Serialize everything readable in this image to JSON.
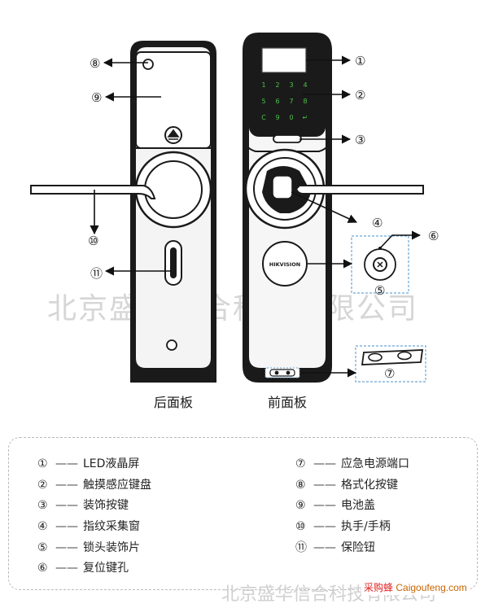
{
  "watermark": "北京盛华信合科技有限公司",
  "credit": {
    "name": "采购蜂",
    "url": "Caigoufeng.com"
  },
  "labels": {
    "rear": "后面板",
    "front": "前面板"
  },
  "brand_logo": "HIKVISION",
  "keypad": [
    "1",
    "2",
    "3",
    "4",
    "5",
    "6",
    "7",
    "8",
    "C",
    "9",
    "0",
    "↵"
  ],
  "callouts": [
    "①",
    "②",
    "③",
    "④",
    "⑤",
    "⑥",
    "⑦",
    "⑧",
    "⑨",
    "⑩",
    "⑪"
  ],
  "legend_dash": "——",
  "legend": {
    "left": [
      {
        "num": "①",
        "text": "LED液晶屏"
      },
      {
        "num": "②",
        "text": "触摸感应键盘"
      },
      {
        "num": "③",
        "text": "装饰按键"
      },
      {
        "num": "④",
        "text": "指纹采集窗"
      },
      {
        "num": "⑤",
        "text": "锁头装饰片"
      },
      {
        "num": "⑥",
        "text": "复位键孔"
      }
    ],
    "right": [
      {
        "num": "⑦",
        "text": "应急电源端口"
      },
      {
        "num": "⑧",
        "text": "格式化按键"
      },
      {
        "num": "⑨",
        "text": "电池盖"
      },
      {
        "num": "⑩",
        "text": "执手/手柄"
      },
      {
        "num": "⑪",
        "text": "保险钮"
      }
    ]
  },
  "colors": {
    "line": "#1a1a1a",
    "keypad_green": "#4cc24c",
    "callout_box": "#6aa6d8"
  }
}
